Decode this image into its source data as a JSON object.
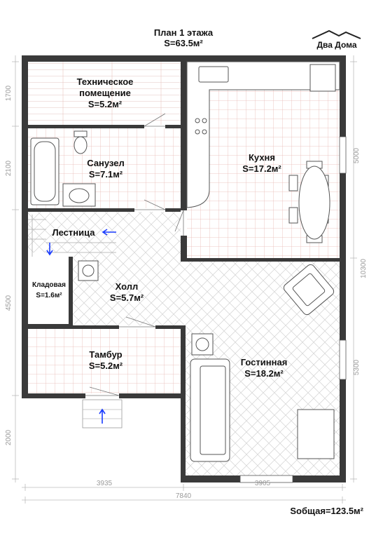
{
  "header": {
    "title": "План 1 этажа",
    "area": "S=63.5м²"
  },
  "logo": {
    "text": "Два Дома"
  },
  "rooms": [
    {
      "id": "tech",
      "name_lines": [
        "Техническое",
        "помещение"
      ],
      "area": "S=5.2м²"
    },
    {
      "id": "bath",
      "name_lines": [
        "Санузел"
      ],
      "area": "S=7.1м²"
    },
    {
      "id": "kitchen",
      "name_lines": [
        "Кухня"
      ],
      "area": "S=17.2м²"
    },
    {
      "id": "stairs",
      "name_lines": [
        "Лестница"
      ],
      "area": ""
    },
    {
      "id": "storage",
      "name_lines": [
        "Кладовая"
      ],
      "area": "S=1.6м²"
    },
    {
      "id": "hall",
      "name_lines": [
        "Холл"
      ],
      "area": "S=5.7м²"
    },
    {
      "id": "tambur",
      "name_lines": [
        "Тамбур"
      ],
      "area": "S=5.2м²"
    },
    {
      "id": "living",
      "name_lines": [
        "Гостинная"
      ],
      "area": "S=18.2м²"
    }
  ],
  "dimensions": {
    "left": [
      "1700",
      "2100",
      "4500",
      "2000"
    ],
    "right": [
      "5000",
      "10300",
      "5300"
    ],
    "bottom_segments": [
      "3935",
      "3905"
    ],
    "bottom_total": "7840"
  },
  "footer": {
    "total_area": "Sобщая=123.5м²"
  },
  "colors": {
    "wall": "#3a3a3a",
    "grid_line": "#e7b9b4",
    "herringbone": "#dadada",
    "arrow": "#1a3cff"
  }
}
